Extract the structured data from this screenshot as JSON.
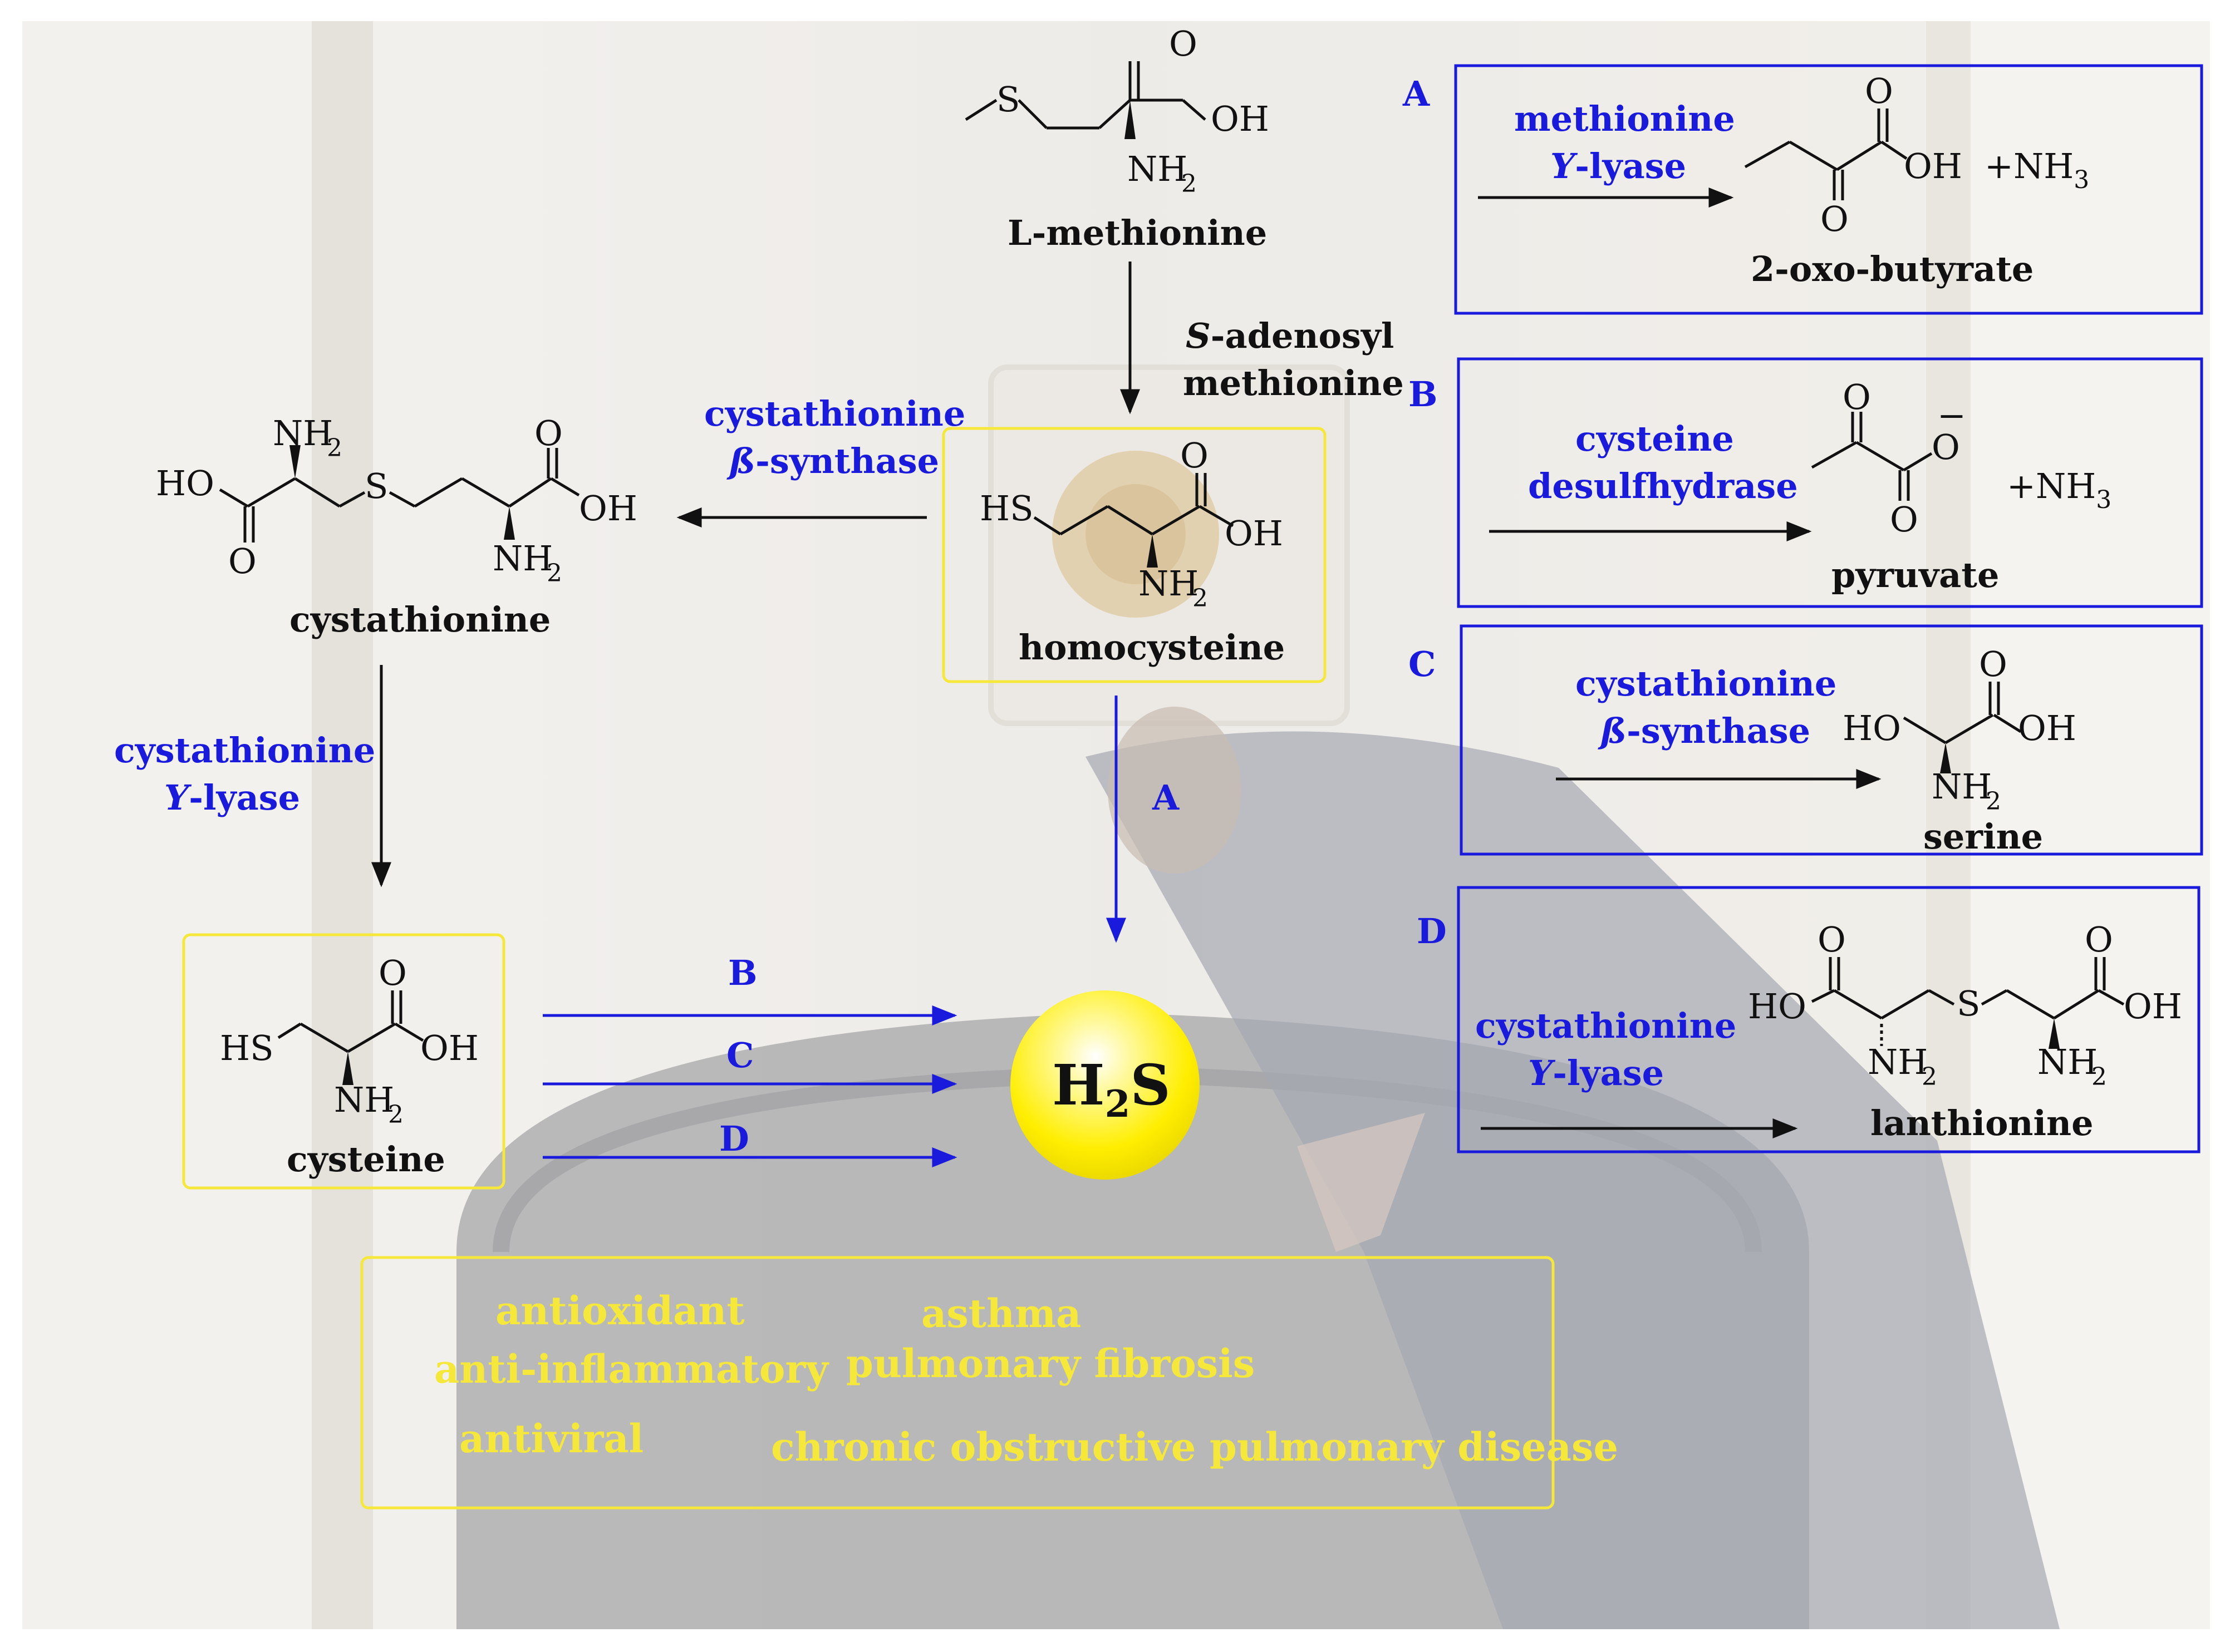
{
  "molecules": {
    "methionine": "L-methionine",
    "homocysteine": "homocysteine",
    "cystathionine": "cystathionine",
    "cysteine": "cysteine",
    "oxobutyrate": "2-oxo-butyrate",
    "pyruvate": "pyruvate",
    "serine": "serine",
    "lanthionine": "lanthionine"
  },
  "atoms": {
    "O": "O",
    "OH": "OH",
    "HO": "HO",
    "HS": "HS",
    "S": "S",
    "NH": "NH",
    "sub2": "2",
    "sub3": "3",
    "minus": "−",
    "plus_nh": "+NH"
  },
  "enzymes": {
    "sam_1_italic": "S",
    "sam_1": "-adenosyl",
    "sam_2": "methionine",
    "cbs_1": "cystathionine",
    "cbs_2_greek": "ß",
    "cbs_2": "-synthase",
    "cgl_1": "cystathionine",
    "cgl_2_greek": "Y",
    "cgl_2": "-lyase",
    "mgl_1": "methionine",
    "mgl_2_greek": "Y",
    "mgl_2": "-lyase",
    "cd_1": "cysteine",
    "cd_2": "desulfhydrase"
  },
  "pathway_letters": {
    "A": "A",
    "B": "B",
    "C": "C",
    "D": "D"
  },
  "center": {
    "H": "H",
    "sub": "2",
    "S": "S"
  },
  "effects": {
    "antioxidant": "antioxidant",
    "anti_inflammatory": "anti-inflammatory",
    "antiviral": "antiviral",
    "asthma": "asthma",
    "pulmonary_fibrosis": "pulmonary fibrosis",
    "copd": "chronic obstructive pulmonary disease"
  },
  "colors": {
    "enzyme_blue": "#1a1adc",
    "highlight_yellow": "#f5e83a",
    "text_black": "#111111",
    "sphere_yellow": "#ffee00"
  }
}
